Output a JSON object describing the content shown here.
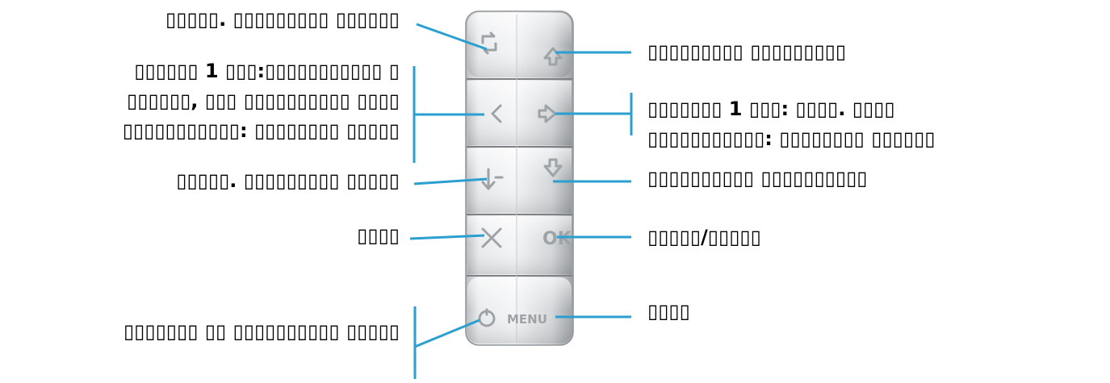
{
  "accent_line_color": "#2a9fd0",
  "device": {
    "button_labels": {
      "ok": "OK",
      "menu": "MENU"
    }
  },
  "labels": {
    "left": {
      "l1": "▯▯▯▯▯. ▯▯▯▯▯▯▯▯▯ ▯▯▯▯▯▯",
      "l2": "▯▯▯▯▯▯ 1 ▯▯▯:▯▯▯▯▯▯▯▯▯▯▯ ▯",
      "l3": "▯▯▯▯▯▯, ▯▯▯ ▯▯▯▯▯▯▯▯▯▯ ▯▯▯▯",
      "l4": "▯▯▯▯▯▯▯▯▯▯▯: ▯▯▯▯▯▯▯▯  ▯▯▯▯▯",
      "l5": "▯▯▯▯▯. ▯▯▯▯▯▯▯▯▯ ▯▯▯▯▯",
      "l6": "▯▯▯▯",
      "l7": "▯▯▯▯▯▯▯ ▯▯ ▯▯▯▯▯▯▯▯▯▯ ▯▯▯▯▯"
    },
    "right": {
      "r1": "▯▯▯▯▯▯▯▯▯ ▯▯▯▯▯▯▯▯▯",
      "r2": "▯▯▯▯▯▯▯ 1 ▯▯▯: ▯▯▯▯. ▯▯▯▯",
      "r3": "▯▯▯▯▯▯▯▯▯▯▯: ▯▯▯▯▯▯▯▯ ▯▯▯▯▯▯",
      "r4": "▯▯▯▯▯▯▯▯▯▯ ▯▯▯▯▯▯▯▯▯▯",
      "r5": "▯▯▯▯▯/▯▯▯▯▯",
      "r6": "▯▯▯▯"
    }
  }
}
